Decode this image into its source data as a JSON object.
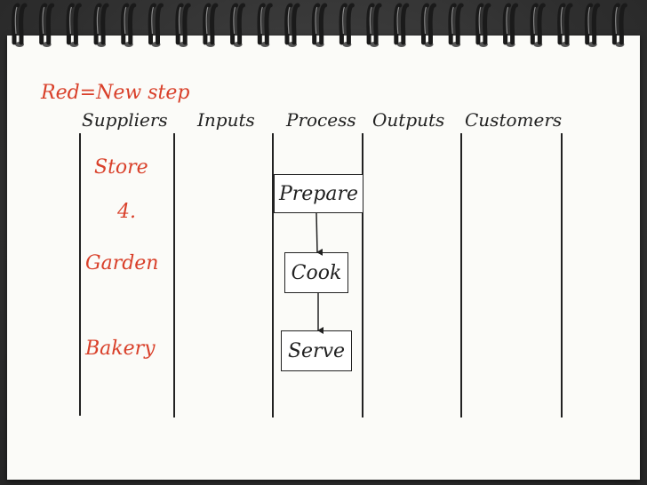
{
  "legend": {
    "text": "Red=New step"
  },
  "headers": [
    {
      "label": "Suppliers"
    },
    {
      "label": "Inputs"
    },
    {
      "label": "Process"
    },
    {
      "label": "Outputs"
    },
    {
      "label": "Customers"
    }
  ],
  "suppliers": [
    {
      "label": "Store"
    },
    {
      "label": "4."
    },
    {
      "label": "Garden"
    },
    {
      "label": "Bakery"
    }
  ],
  "process": [
    {
      "label": "Prepare"
    },
    {
      "label": "Cook"
    },
    {
      "label": "Serve"
    }
  ],
  "colors": {
    "new_step": "#d9402a",
    "ink": "#222222",
    "paper": "#fbfbf8"
  }
}
